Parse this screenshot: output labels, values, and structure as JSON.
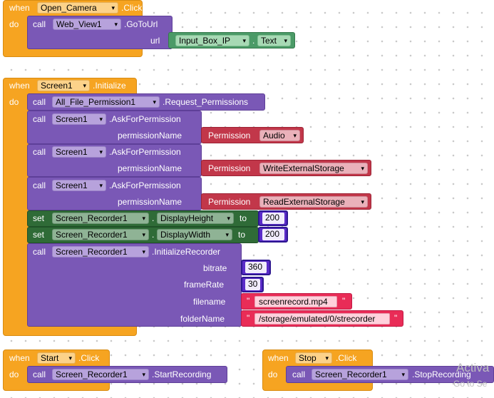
{
  "keywords": {
    "when": "when",
    "do": "do",
    "call": "call",
    "set": "set",
    "to": "to",
    "dot": "."
  },
  "block1": {
    "component": "Open_Camera",
    "event": ".Click",
    "target": "Web_View1",
    "method": ".GoToUrl",
    "param": "url",
    "value_component": "Input_Box_IP",
    "value_property": "Text"
  },
  "block2": {
    "component": "Screen1",
    "event": ".Initialize",
    "permission_call": {
      "target": "All_File_Permission1",
      "method": ".Request_Permissions"
    },
    "ask_calls": [
      {
        "target": "Screen1",
        "method": ".AskForPermission",
        "param": "permissionName",
        "perm_label": "Permission",
        "perm_value": "Audio"
      },
      {
        "target": "Screen1",
        "method": ".AskForPermission",
        "param": "permissionName",
        "perm_label": "Permission",
        "perm_value": "WriteExternalStorage"
      },
      {
        "target": "Screen1",
        "method": ".AskForPermission",
        "param": "permissionName",
        "perm_label": "Permission",
        "perm_value": "ReadExternalStorage"
      }
    ],
    "sets": [
      {
        "component": "Screen_Recorder1",
        "property": "DisplayHeight",
        "value": "200"
      },
      {
        "component": "Screen_Recorder1",
        "property": "DisplayWidth",
        "value": "200"
      }
    ],
    "init_call": {
      "target": "Screen_Recorder1",
      "method": ".InitializeRecorder",
      "params": [
        {
          "name": "bitrate",
          "value": "360",
          "kind": "number"
        },
        {
          "name": "frameRate",
          "value": "30",
          "kind": "number"
        },
        {
          "name": "filename",
          "value": "screenrecord.mp4",
          "kind": "text"
        },
        {
          "name": "folderName",
          "value": "/storage/emulated/0/strecorder",
          "kind": "text"
        }
      ]
    }
  },
  "block3": {
    "component": "Start",
    "event": ".Click",
    "target": "Screen_Recorder1",
    "method": ".StartRecording"
  },
  "block4": {
    "component": "Stop",
    "event": ".Click",
    "target": "Screen_Recorder1",
    "method": ".StopRecording"
  },
  "quote": "\"",
  "watermark": {
    "line1": "Activa",
    "line2": "Go to Se"
  },
  "colors": {
    "event": "#f6a421",
    "procedure": "#7a58b6",
    "setter": "#2f6b37",
    "permission": "#c2374a",
    "text": "#e92c57",
    "component": "#4b9a67",
    "number": "#5a2bc8"
  }
}
